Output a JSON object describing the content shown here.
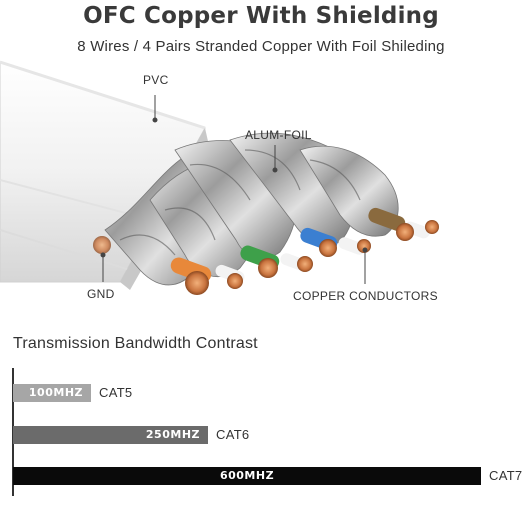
{
  "header": {
    "title": "OFC Copper With Shielding",
    "subtitle": "8 Wires / 4 Pairs Stranded Copper With Foil Shileding"
  },
  "illustration": {
    "labels": {
      "pvc": "PVC",
      "alum_foil": "ALUM-FOIL",
      "gnd": "GND",
      "copper_conductors": "COPPER CONDUCTORS"
    },
    "wire_colors": {
      "orange": "#e8883a",
      "green": "#3ea04a",
      "blue": "#3b7fd1",
      "brown": "#8a6a3e",
      "copper": "#c9743f"
    }
  },
  "bandwidth": {
    "title": "Transmission Bandwidth Contrast",
    "bars": [
      {
        "value": "100MHZ",
        "mhz": 100,
        "name": "CAT5",
        "color": "#a6a6a6"
      },
      {
        "value": "250MHZ",
        "mhz": 250,
        "name": "CAT6",
        "color": "#6b6b6b"
      },
      {
        "value": "600MHZ",
        "mhz": 600,
        "name": "CAT7",
        "color": "#0a0a0a"
      }
    ]
  }
}
